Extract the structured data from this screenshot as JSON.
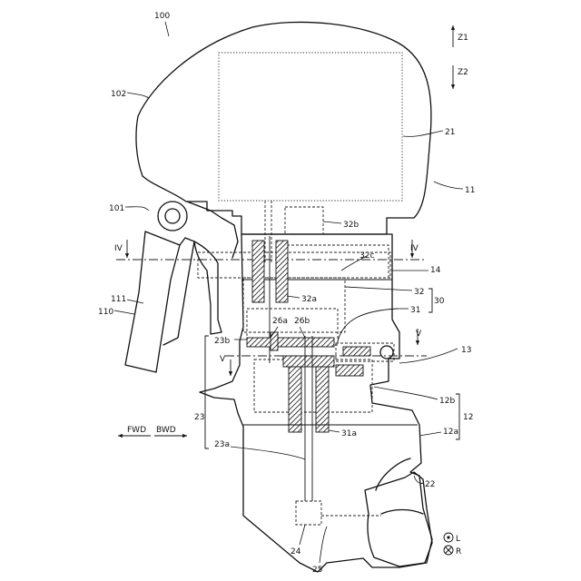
{
  "figure": {
    "labels": {
      "l100": "100",
      "l102": "102",
      "l101": "101",
      "l11": "11",
      "l21": "21",
      "l32b": "32b",
      "l32c": "32c",
      "l14": "14",
      "l32": "32",
      "l30": "30",
      "l32a": "32a",
      "l31": "31",
      "l26a": "26a",
      "l26b": "26b",
      "l23b": "23b",
      "l13": "13",
      "l12b": "12b",
      "l12": "12",
      "l12a": "12a",
      "l23": "23",
      "l31a": "31a",
      "l23a": "23a",
      "l22": "22",
      "l24": "24",
      "l25": "25",
      "l111": "111",
      "l110": "110",
      "lL": "L",
      "lR": "R"
    },
    "section_marks": {
      "iv_left": "IV",
      "iv_right": "IV",
      "v_left": "V",
      "v_right": "V"
    },
    "directions": {
      "z1": "Z1",
      "z2": "Z2",
      "fwd": "FWD",
      "bwd": "BWD"
    }
  }
}
